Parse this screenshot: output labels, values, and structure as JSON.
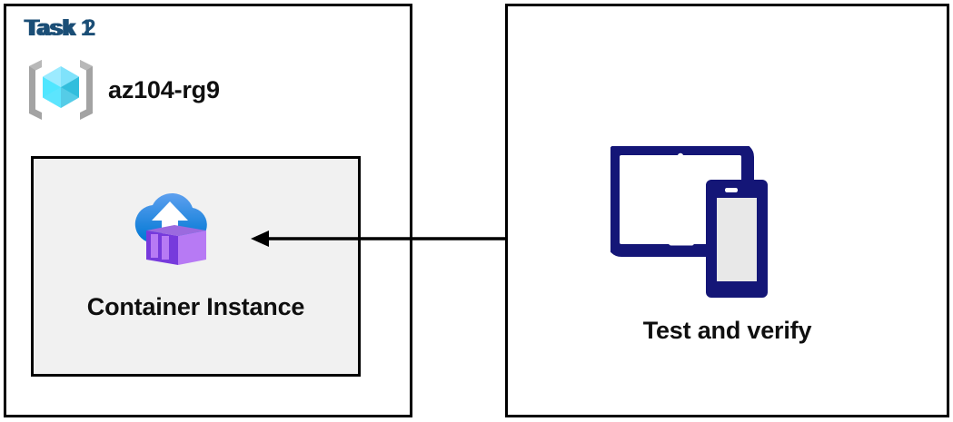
{
  "diagram": {
    "background_color": "#ffffff",
    "panel_border_color": "#000000",
    "title_color": "#1B4E76",
    "accent_navy": "#141677",
    "card_fill": "#f1f1f1"
  },
  "panels": [
    {
      "id": "task1",
      "title": "Task 1",
      "resource_group": {
        "label": "az104-rg9",
        "icon": "resource-group-icon",
        "icon_colors": {
          "cube_light": "#9CEBFF",
          "cube_mid": "#50E6FF",
          "cube_dark": "#32BEDD",
          "brackets": "#A3A3A3"
        }
      },
      "card": {
        "label": "Container Instance",
        "icon": "container-instance-icon",
        "icon_colors": {
          "cloud_top": "#5EA0EF",
          "cloud_bottom": "#0078D4",
          "box_front": "#B77AF4",
          "box_side": "#773ADC",
          "box_top": "#9B6ADF"
        }
      }
    },
    {
      "id": "task2",
      "title": "Task 2",
      "devices": {
        "label": "Test and verify",
        "icon": "devices-icon",
        "icon_colors": {
          "frame": "#141677",
          "phone_screen": "#E8E8E8",
          "tablet_screen": "#ffffff"
        }
      }
    }
  ],
  "connector": {
    "name": "flow-arrow",
    "direction": "right-to-left",
    "from": "Test and verify",
    "to": "Container Instance",
    "color": "#000000"
  }
}
